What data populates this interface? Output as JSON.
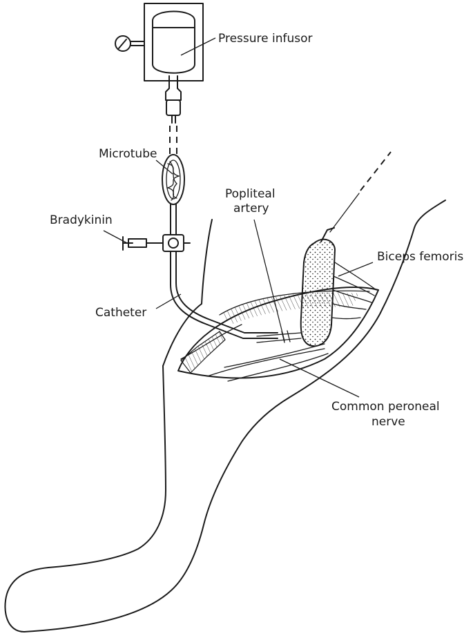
{
  "labels": {
    "pressure_infusor": "Pressure infusor",
    "microtube": "Microtube",
    "popliteal_line1": "Popliteal",
    "popliteal_line2": "artery",
    "bradykinin": "Bradykinin",
    "biceps_femoris": "Biceps femoris",
    "catheter": "Catheter",
    "common_peroneal_line1": "Common peroneal",
    "common_peroneal_line2": "nerve"
  }
}
